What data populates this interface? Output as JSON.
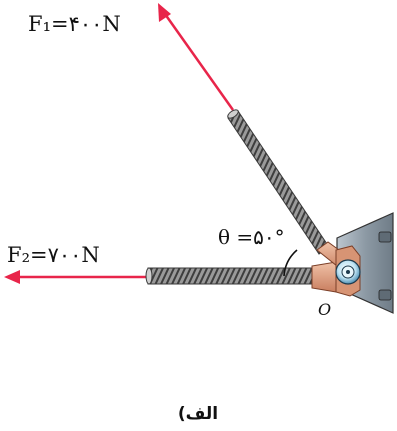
{
  "force1": {
    "label": "F₁=۴۰۰N",
    "magnitude": 400,
    "unit": "N"
  },
  "force2": {
    "label": "F₂=۷۰۰N",
    "magnitude": 700,
    "unit": "N"
  },
  "angle": {
    "label": "θ =۵۰°",
    "value_deg": 50
  },
  "pivot": {
    "label": "O"
  },
  "caption": "الف)",
  "colors": {
    "force_arrow": "#e8254a",
    "rod": "#8a8a8a",
    "bracket": "#e3a283",
    "plate": "#7f8f9c"
  }
}
